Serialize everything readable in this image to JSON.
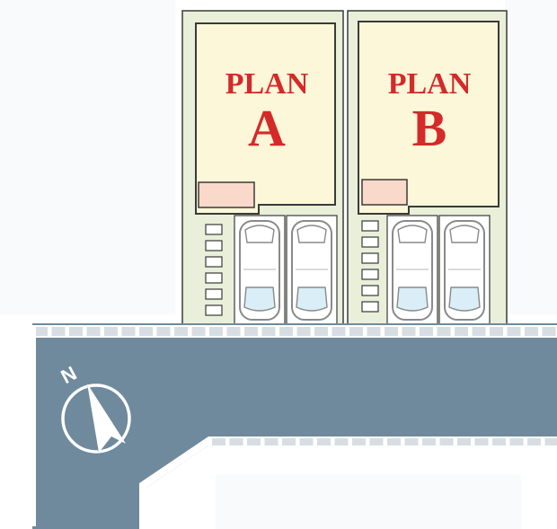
{
  "lots": [
    {
      "id": "A",
      "word": "PLAN",
      "letter": "A"
    },
    {
      "id": "B",
      "word": "PLAN",
      "letter": "B"
    }
  ],
  "compass": {
    "label": "N",
    "icon": "north-arrow-icon"
  },
  "colors": {
    "lot_fill": "#fbf7d8",
    "lot_outline": "#3a3a3a",
    "parking_fill": "#e9efd9",
    "car_stroke": "#8a8a8a",
    "car_glass": "#d9eef6",
    "entry_fill": "#f9d9c9",
    "road": "#6f8a9c",
    "curb": "#ffffff",
    "label_red": "#d42a2a",
    "faded_background": "#f2f5f7"
  }
}
